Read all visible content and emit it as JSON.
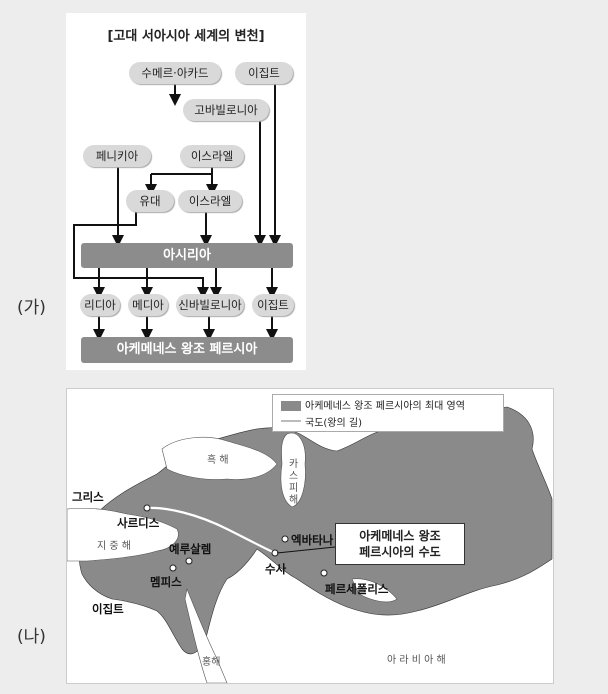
{
  "part_a": {
    "side_label": "(가)",
    "title": "[고대 서아시아 세계의 변천]",
    "nodes": {
      "sumer": "수메르·아카드",
      "egypt_top": "이집트",
      "babylonia": "고바빌로니아",
      "phoenicia": "페니키아",
      "israel": "이스라엘",
      "judah": "유대",
      "israel2": "이스라엘",
      "assyria": "아시리아",
      "lydia": "리디아",
      "media": "메디아",
      "neo_babylonia": "신바빌로니아",
      "egypt_bottom": "이집트",
      "persia": "아케메네스 왕조 페르시아"
    }
  },
  "part_b": {
    "side_label": "(나)",
    "legend": {
      "area": "아케메네스 왕조 페르시아의 최대 영역",
      "road": "국도(왕의 길)"
    },
    "places": {
      "greece": "그리스",
      "sardis": "사르디스",
      "jerusalem": "예루살렘",
      "memphis": "멤피스",
      "egypt": "이집트",
      "ecbatana": "엑바타나",
      "susa": "수사",
      "persepolis": "페르세폴리스"
    },
    "seas": {
      "black_sea": "흑 해",
      "caspian": "카스피해",
      "mediterranean": "지 중 해",
      "red_sea": "홍해",
      "arabian": "아 라 비 아 해"
    },
    "callout": "아케메네스 왕조\n페르시아의 수도",
    "colors": {
      "territory": "#8a8a8a",
      "road": "#ffffff"
    }
  }
}
